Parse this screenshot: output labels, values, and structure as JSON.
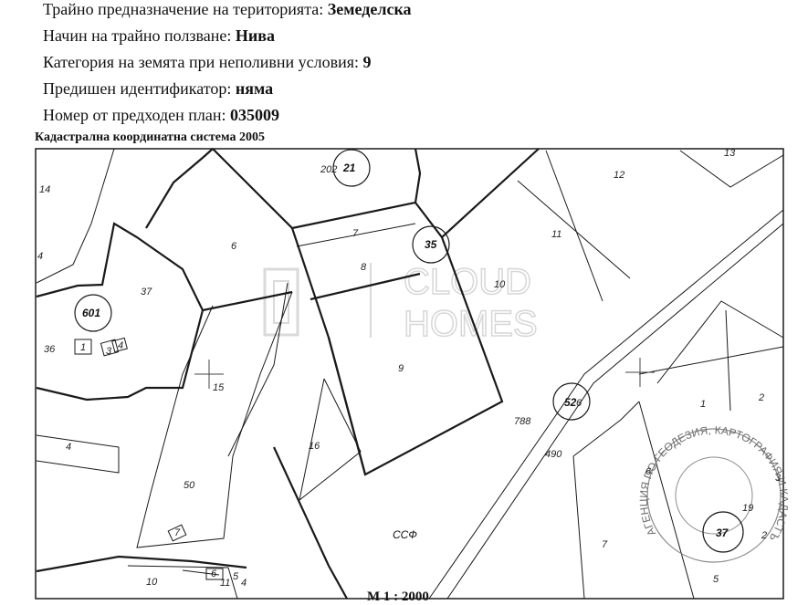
{
  "info": [
    {
      "label": "Трайно предназначение на територията:",
      "value": "Земеделска"
    },
    {
      "label": "Начин на трайно ползване:",
      "value": "Нива"
    },
    {
      "label": "Категория на земята при неполивни условия:",
      "value": "9"
    },
    {
      "label": "Предишен идентификатор:",
      "value": "няма"
    },
    {
      "label": "Номер от предходен план:",
      "value": "035009"
    }
  ],
  "coord_system": "Кадастрална координатна система 2005",
  "scale": "М 1 : 2000",
  "map": {
    "parcels": [
      "14",
      "4",
      "37",
      "6",
      "7",
      "8",
      "10",
      "11",
      "12",
      "13",
      "36",
      "1",
      "3",
      "4",
      "15",
      "9",
      "16",
      "4",
      "50",
      "7",
      "10",
      "6",
      "11",
      "5",
      "4",
      "788",
      "490",
      "1",
      "2",
      "6",
      "3",
      "7",
      "5",
      "2",
      "ССФ"
    ],
    "circled_numbers": [
      "21",
      "35",
      "601",
      "52",
      "37"
    ],
    "small_numbers": [
      "202",
      "6",
      "19"
    ]
  },
  "watermark": {
    "line1": "CLOUD",
    "line2": "HOMES"
  },
  "stamp": {
    "text": "АГЕНЦИЯ ПО ГЕОДЕЗИЯ, КАРТОГРАФИЯ И КАДАСТЪР"
  },
  "colors": {
    "line": "#1a1a1a",
    "watermark": "#d6d6d6",
    "stamp": "#777777"
  }
}
